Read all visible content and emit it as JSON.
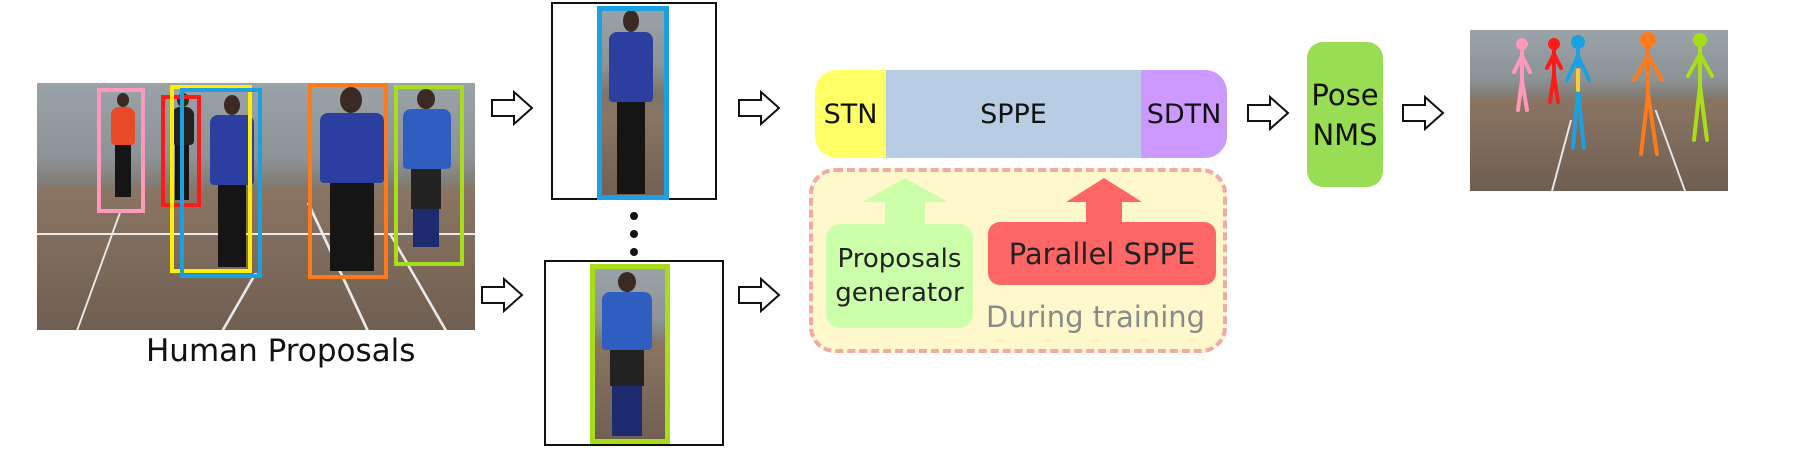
{
  "figure": {
    "input_caption": "Human Proposals",
    "pipeline": {
      "stn_label": "STN",
      "sppe_label": "SPPE",
      "sdtn_label": "SDTN",
      "pose_nms_label_line1": "Pose",
      "pose_nms_label_line2": "NMS"
    },
    "training": {
      "proposals_generator_line1": "Proposals",
      "proposals_generator_line2": "generator",
      "parallel_sppe_label": "Parallel SPPE",
      "during_training_label": "During training"
    },
    "colors": {
      "stn": "#ffff66",
      "sppe": "#b8cce4",
      "sdtn": "#cc99ff",
      "pose_nms": "#99dd55",
      "parallel_sppe": "#ff6666",
      "proposals_generator": "#ccffaa",
      "training_region": "#fff8cc",
      "training_border": "#f4a9a9",
      "box_pink": "#ff99bb",
      "box_red": "#ff1a1a",
      "box_yellow": "#ffee00",
      "box_blue": "#1ca0e0",
      "box_orange": "#ff7a1a",
      "box_lime": "#a8dd1a"
    }
  }
}
